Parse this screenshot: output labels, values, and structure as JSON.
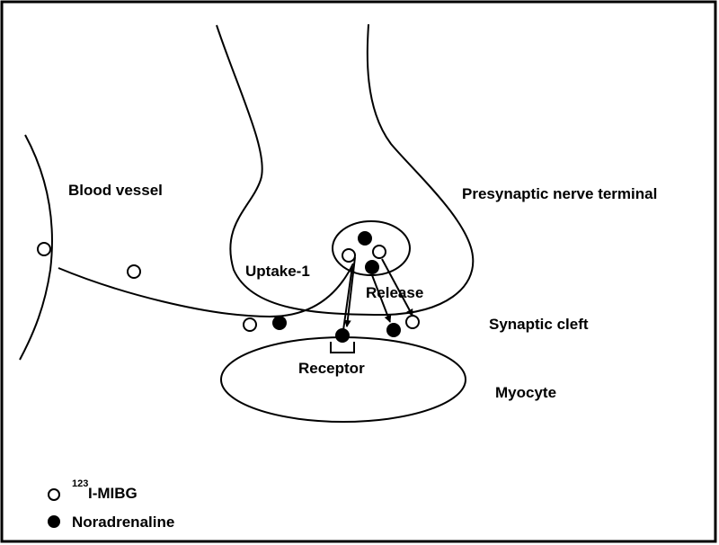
{
  "labels": {
    "blood_vessel": "Blood vessel",
    "presynaptic": "Presynaptic nerve terminal",
    "uptake": "Uptake-1",
    "release": "Release",
    "synaptic_cleft": "Synaptic cleft",
    "receptor": "Receptor",
    "myocyte": "Myocyte"
  },
  "legend": {
    "mibg_superscript": "123",
    "mibg_label": "I-MIBG",
    "noradrenaline_label": "Noradrenaline"
  }
}
